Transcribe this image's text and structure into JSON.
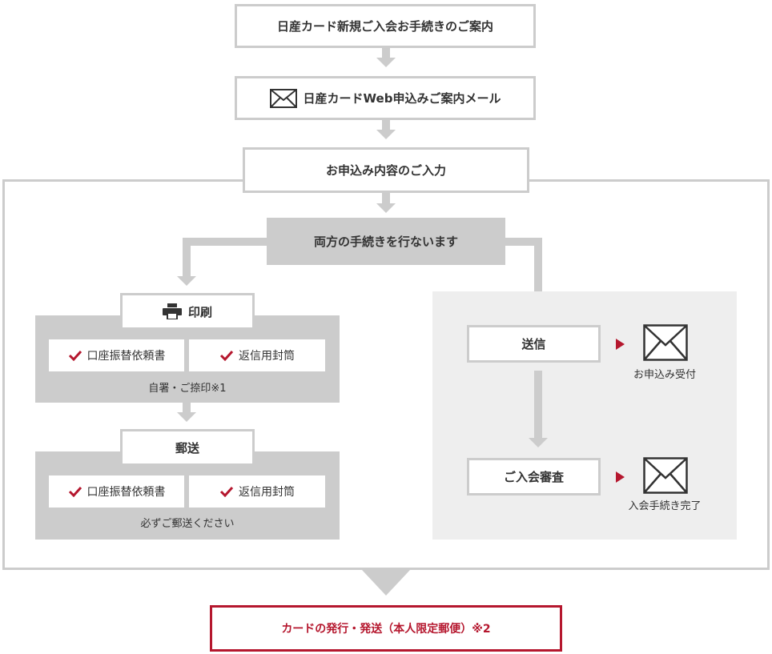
{
  "steps": {
    "step1": "日産カード新規ご入会お手続きのご案内",
    "step2": "日産カードWeb申込みご案内メール",
    "step3": "お申込み内容のご入力",
    "both": "両方の手続きを行ないます"
  },
  "left": {
    "print_label": "印刷",
    "items": [
      "口座振替依頼書",
      "返信用封筒"
    ],
    "print_note": "自署・ご捺印※1",
    "mail_label": "郵送",
    "mail_items": [
      "口座振替依頼書",
      "返信用封筒"
    ],
    "mail_note": "必ずご郵送ください"
  },
  "right": {
    "send_label": "送信",
    "send_result": "お申込み受付",
    "review_label": "ご入会審査",
    "review_result": "入会手続き完了"
  },
  "final": "カードの発行・発送（本人限定郵便）※2",
  "colors": {
    "accent": "#b5172e",
    "border": "#cccccc",
    "panel": "#eeeeee",
    "text": "#333333"
  },
  "icons": [
    "mail-icon",
    "printer-icon",
    "checkmark-icon",
    "play-arrow-icon"
  ]
}
